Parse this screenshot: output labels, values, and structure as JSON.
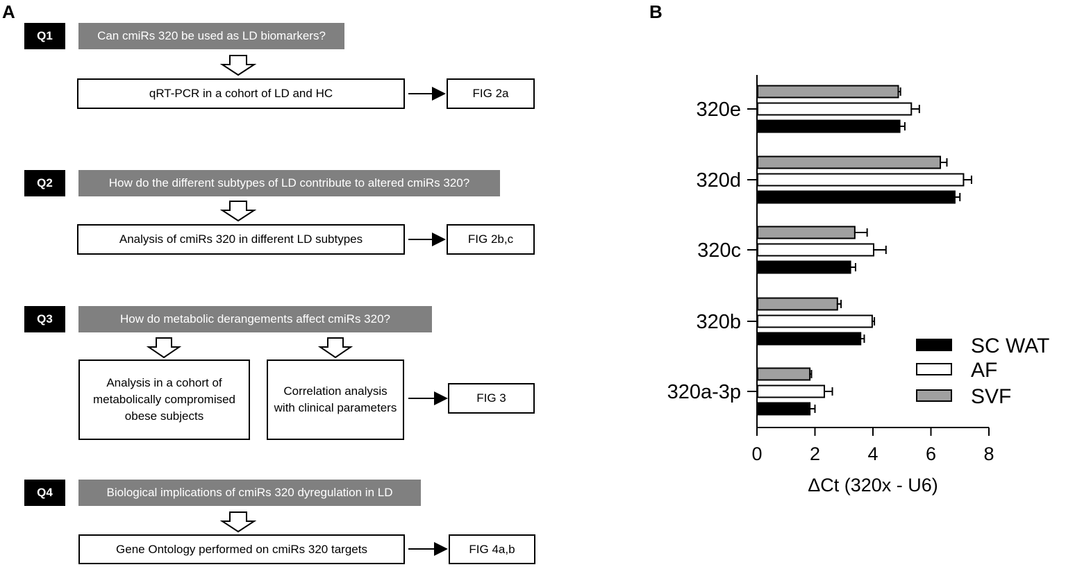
{
  "panel_a": {
    "label": "A",
    "q1": {
      "tag": "Q1",
      "question": "Can cmiRs 320 be used as LD biomarkers?",
      "step": "qRT-PCR in a cohort of LD and HC",
      "fig": "FIG 2a"
    },
    "q2": {
      "tag": "Q2",
      "question": "How do the different subtypes of LD contribute to altered cmiRs 320?",
      "step": "Analysis of cmiRs 320 in different LD subtypes",
      "fig": "FIG 2b,c"
    },
    "q3": {
      "tag": "Q3",
      "question": "How do metabolic derangements affect cmiRs 320?",
      "step_left": "Analysis in a cohort of metabolically compromised obese subjects",
      "step_right": "Correlation analysis with clinical parameters",
      "fig": "FIG 3"
    },
    "q4": {
      "tag": "Q4",
      "question": "Biological  implications of cmiRs 320 dyregulation in LD",
      "step": "Gene Ontology performed on cmiRs 320 targets",
      "fig": "FIG 4a,b"
    }
  },
  "panel_b": {
    "label": "B"
  },
  "chart_data": {
    "type": "bar",
    "orientation": "horizontal",
    "categories": [
      "320e",
      "320d",
      "320c",
      "320b",
      "320a-3p"
    ],
    "series": [
      {
        "name": "SVF",
        "values": [
          4.85,
          6.3,
          3.35,
          2.75,
          1.8
        ],
        "errors": [
          0.1,
          0.25,
          0.45,
          0.15,
          0.08
        ],
        "color": "#a0a0a0"
      },
      {
        "name": "AF",
        "values": [
          5.3,
          7.1,
          4.0,
          3.95,
          2.3
        ],
        "errors": [
          0.3,
          0.3,
          0.45,
          0.1,
          0.3
        ],
        "color": "#ffffff"
      },
      {
        "name": "SC WAT",
        "values": [
          4.9,
          6.8,
          3.2,
          3.55,
          1.8
        ],
        "errors": [
          0.2,
          0.2,
          0.2,
          0.15,
          0.2
        ],
        "color": "#000000"
      }
    ],
    "legend_order": [
      "SC WAT",
      "AF",
      "SVF"
    ],
    "legend_position": "bottom-right",
    "xlabel": "ΔCt (320x - U6)",
    "xlim": [
      0,
      8
    ],
    "xticks": [
      "0",
      "2",
      "4",
      "6",
      "8"
    ],
    "grid": false
  }
}
